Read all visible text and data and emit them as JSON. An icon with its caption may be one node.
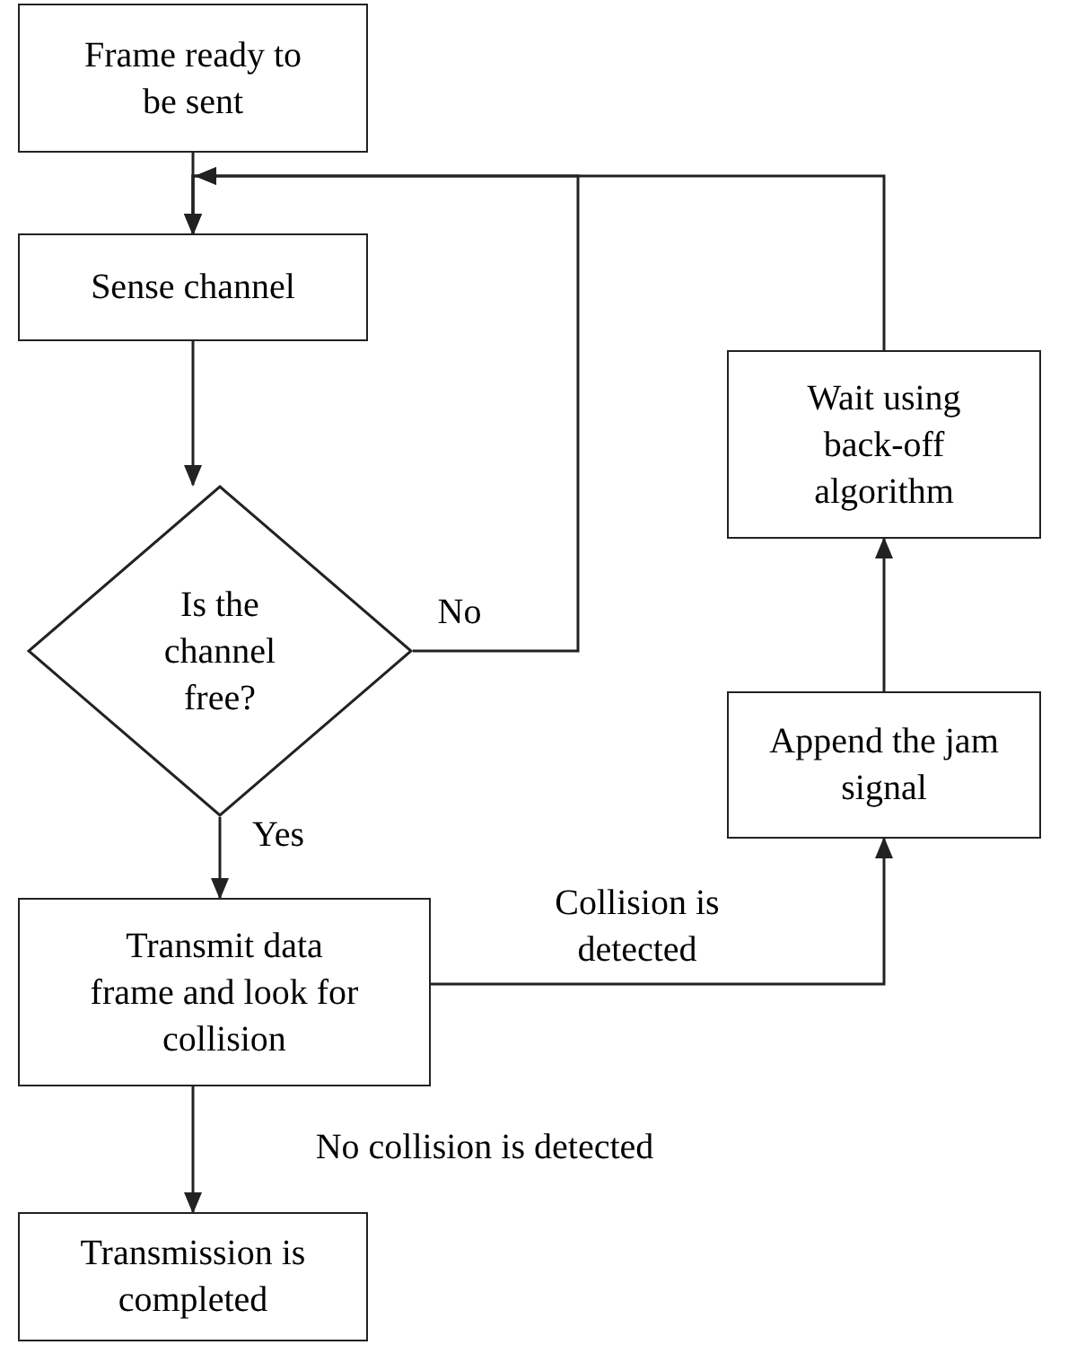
{
  "diagram": {
    "nodes": [
      {
        "text": [
          "Frame ready to be sent"
        ]
      },
      {
        "text": [
          "Sense channel"
        ]
      },
      {
        "text": [
          "Is the channel free?"
        ]
      },
      {
        "text": [
          "Transmit data frame and look for collision"
        ]
      },
      {
        "text": [
          "Append the jam signal"
        ]
      },
      {
        "text": [
          "Wait using back-off algorithm"
        ]
      },
      {
        "text": [
          "Transmission is completed"
        ]
      }
    ],
    "edges": [
      {
        "from": 0,
        "to": 1,
        "arrow": "to"
      },
      {
        "from": 1,
        "to": 2,
        "arrow": "to"
      },
      {
        "from": 2,
        "to": 1,
        "arrow": "to",
        "label": "No"
      },
      {
        "from": 2,
        "to": 3,
        "arrow": "to",
        "label": "Yes"
      },
      {
        "from": 3,
        "to": 4,
        "arrow": "to",
        "label": "Collision is detected"
      },
      {
        "from": 4,
        "to": 5,
        "arrow": "to"
      },
      {
        "from": 5,
        "to": 1,
        "arrow": "to"
      },
      {
        "from": 3,
        "to": 6,
        "arrow": "to",
        "label": "No collision is detected"
      }
    ]
  }
}
